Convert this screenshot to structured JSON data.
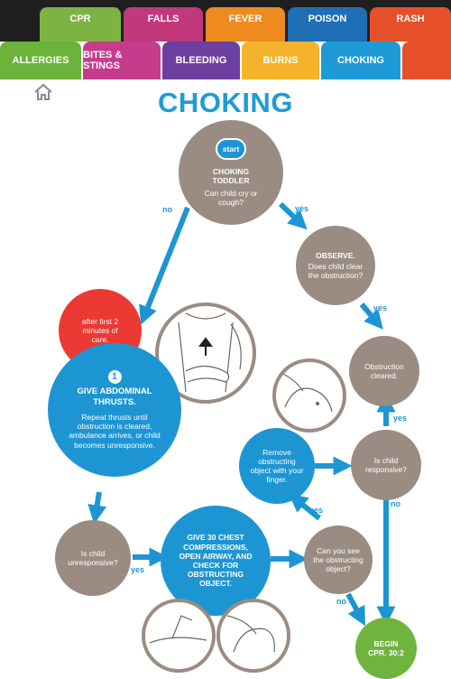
{
  "nav": {
    "row1": [
      {
        "label": "CPR",
        "color": "#7cb342"
      },
      {
        "label": "FALLS",
        "color": "#c2387a"
      },
      {
        "label": "FEVER",
        "color": "#ef8a1f"
      },
      {
        "label": "POISON",
        "color": "#1e6fb5"
      },
      {
        "label": "RASH",
        "color": "#e5502a"
      }
    ],
    "row2": [
      {
        "label": "ALLERGIES",
        "color": "#6bb33a"
      },
      {
        "label": "BITES & STINGS",
        "color": "#c53c8c"
      },
      {
        "label": "BLEEDING",
        "color": "#6c3fa0"
      },
      {
        "label": "BURNS",
        "color": "#f3b42b"
      },
      {
        "label": "CHOKING",
        "color": "#1e9bd7"
      }
    ]
  },
  "page": {
    "title": "CHOKING",
    "home_icon": "home-icon"
  },
  "flow": {
    "start_badge": "start",
    "start_title": "CHOKING TODDLER",
    "start_question": "Can child cry or cough?",
    "observe_title": "OBSERVE.",
    "observe_text": "Does child clear the obstruction?",
    "after_text": "after first 2 minutes of care.",
    "step_number": "1",
    "thrusts_title": "GIVE ABDOMINAL THRUSTS.",
    "thrusts_text": "Repeat thrusts until obstruction is cleared, ambulance arrives, or child becomes unresponsive.",
    "cleared_text": "Obstruction cleared.",
    "responsive_q": "Is child responsive?",
    "remove_text": "Remove obstructing object with your finger.",
    "unresponsive_q": "Is child unresponsive?",
    "compressions_text": "GIVE 30 CHEST COMPRESSIONS, OPEN AIRWAY, AND CHECK FOR OBSTRUCTING OBJECT.",
    "see_q": "Can you see the obstructing object?",
    "begin_text": "BEGIN CPR. 30:2"
  },
  "labels": {
    "no": "no",
    "yes": "yes"
  },
  "colors": {
    "gray": "#9a8c82",
    "blue": "#1d95d3",
    "red": "#ea3a33",
    "green": "#6fb43f"
  }
}
